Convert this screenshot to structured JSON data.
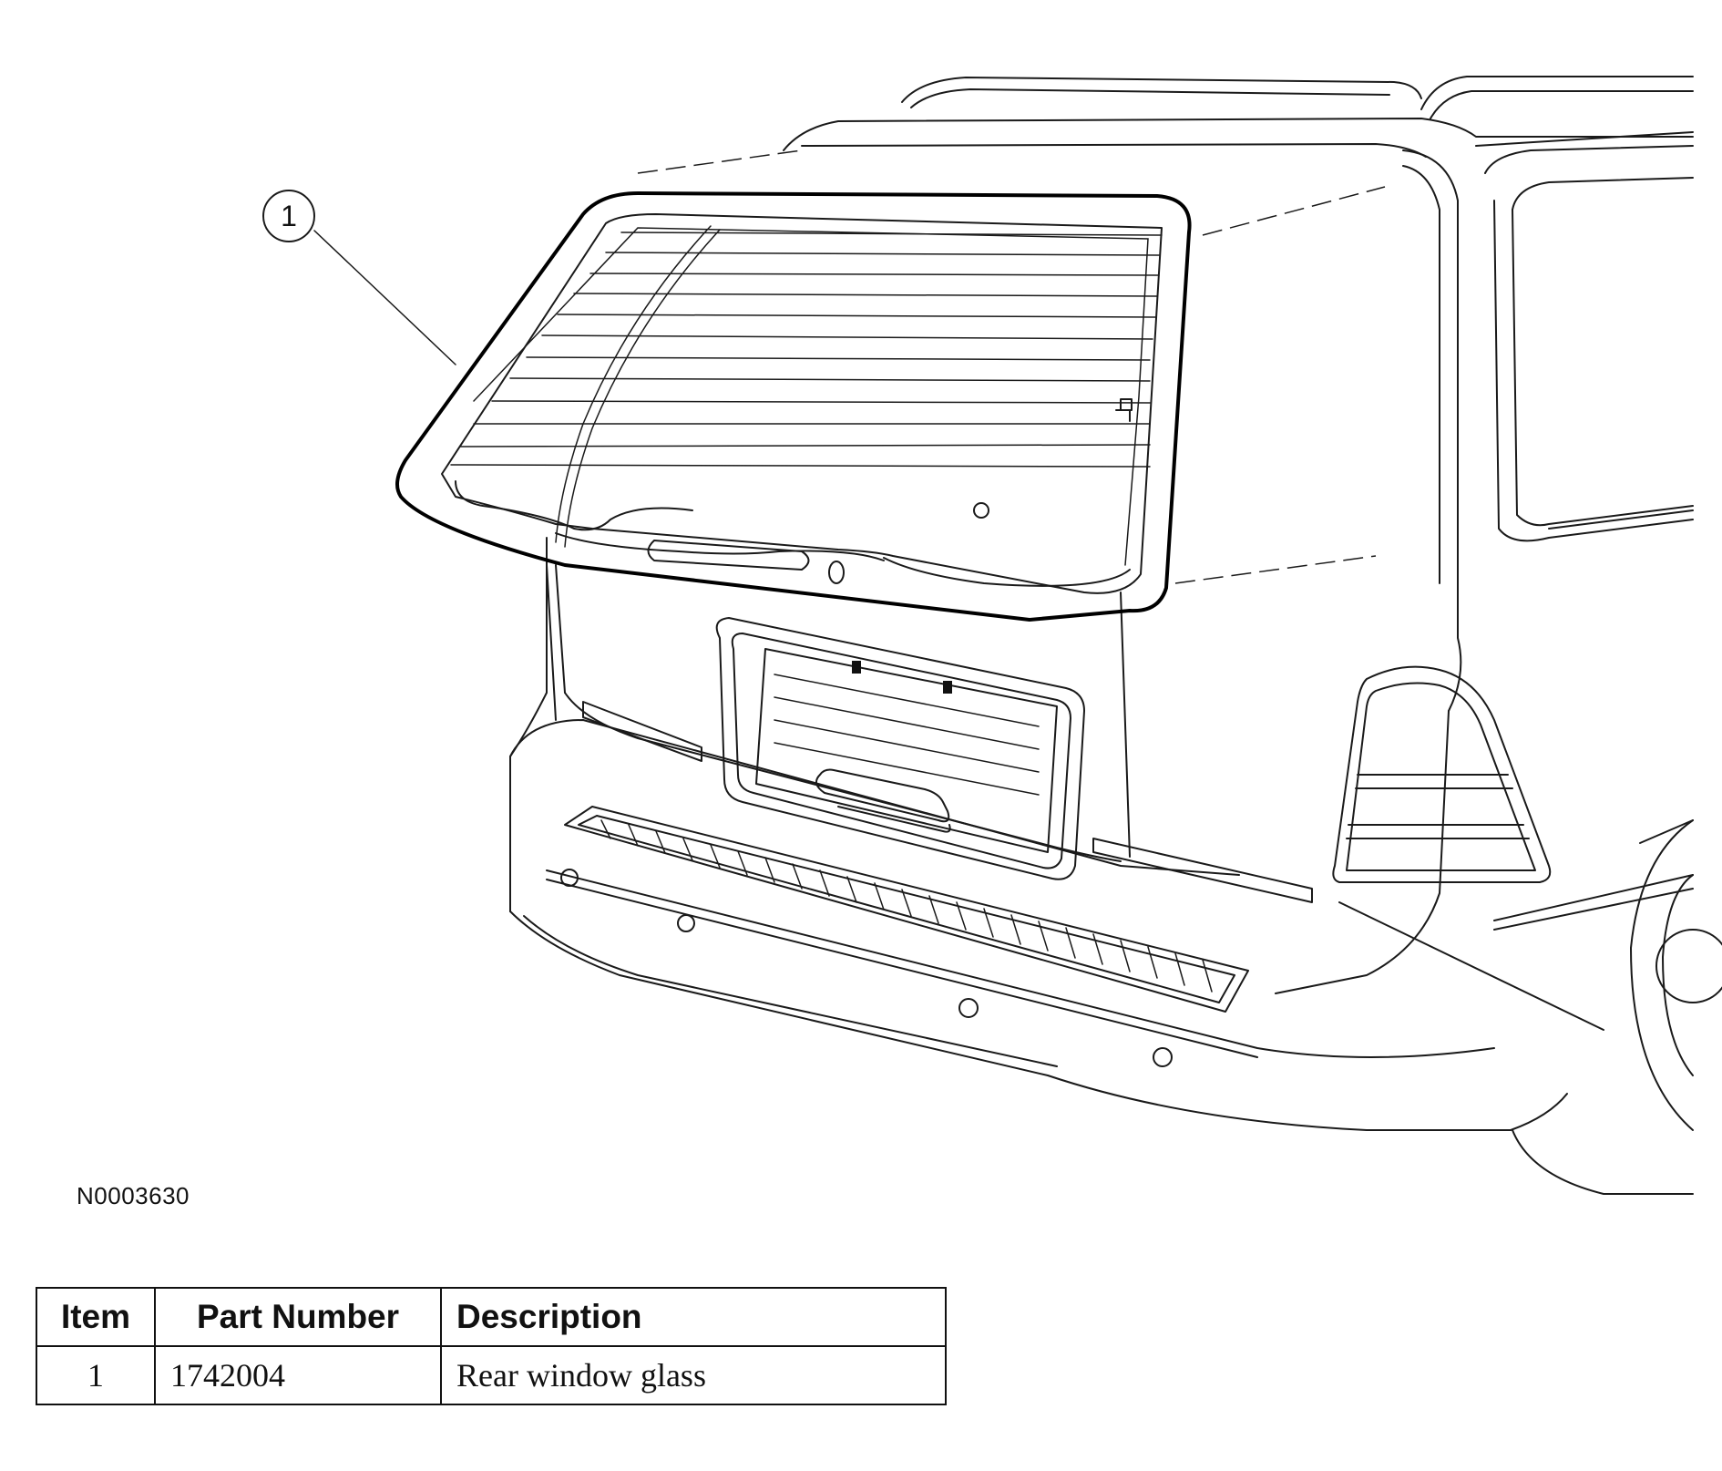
{
  "diagram": {
    "callout": {
      "number": "1"
    },
    "figure_id": "N0003630"
  },
  "parts_table": {
    "headers": [
      "Item",
      "Part Number",
      "Description"
    ],
    "rows": [
      [
        "1",
        "1742004",
        "Rear window glass"
      ]
    ]
  }
}
